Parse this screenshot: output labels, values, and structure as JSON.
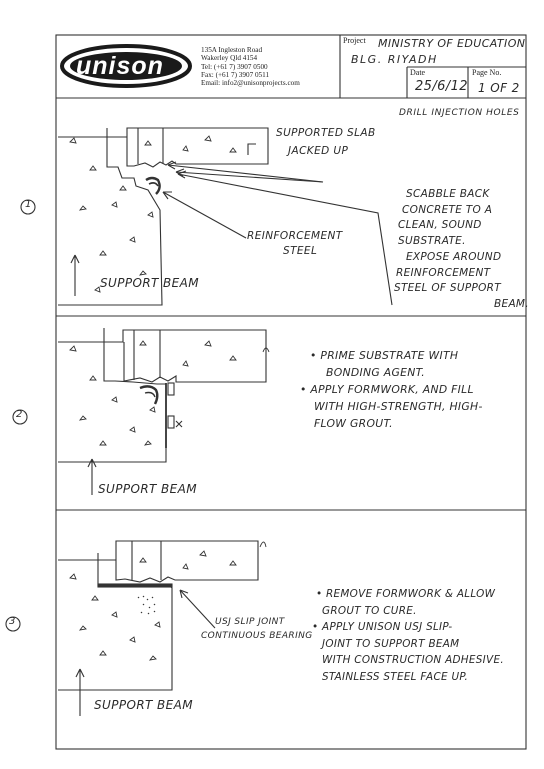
{
  "header": {
    "logo_text": "unison",
    "address_lines": [
      "135A Ingleston Road",
      "Wakerley Qld 4154",
      "Tel: (+61 7) 3907 0500",
      "Fax: (+61 7) 3907 0511",
      "Email: info2@unisonprojects.com"
    ],
    "project_label": "Project",
    "project_line1": "MINISTRY OF EDUCATION",
    "project_line2": "BLG.  RIYADH",
    "date_label": "Date",
    "date_value": "25/6/12",
    "page_label": "Page No.",
    "page_value": "1 OF 2",
    "subtitle": "DRILL INJECTION HOLES"
  },
  "step1": {
    "number": "1",
    "label_slab_line1": "SUPPORTED SLAB",
    "label_slab_line2": "JACKED UP",
    "label_reinf_line1": "REINFORCEMENT",
    "label_reinf_line2": "STEEL",
    "notes": [
      "SCABBLE BACK",
      "CONCRETE TO A",
      "CLEAN, SOUND",
      "SUBSTRATE.",
      "EXPOSE AROUND",
      "REINFORCEMENT",
      "STEEL OF SUPPORT",
      "BEAM."
    ],
    "support_label": "SUPPORT BEAM"
  },
  "step2": {
    "number": "2",
    "notes": [
      "• PRIME SUBSTRATE WITH",
      "BONDING AGENT.",
      "• APPLY FORMWORK, AND FILL",
      "WITH HIGH-STRENGTH, HIGH-",
      "FLOW GROUT."
    ],
    "support_label": "SUPPORT BEAM"
  },
  "step3": {
    "number": "3",
    "label_joint_line1": "USJ SLIP JOINT",
    "label_joint_line2": "CONTINUOUS BEARING",
    "notes": [
      "• REMOVE FORMWORK & ALLOW",
      "GROUT TO CURE.",
      "• APPLY UNISON USJ SLIP-",
      "JOINT TO SUPPORT BEAM",
      "WITH CONSTRUCTION ADHESIVE.",
      "STAINLESS STEEL FACE UP."
    ],
    "support_label": "SUPPORT BEAM"
  }
}
